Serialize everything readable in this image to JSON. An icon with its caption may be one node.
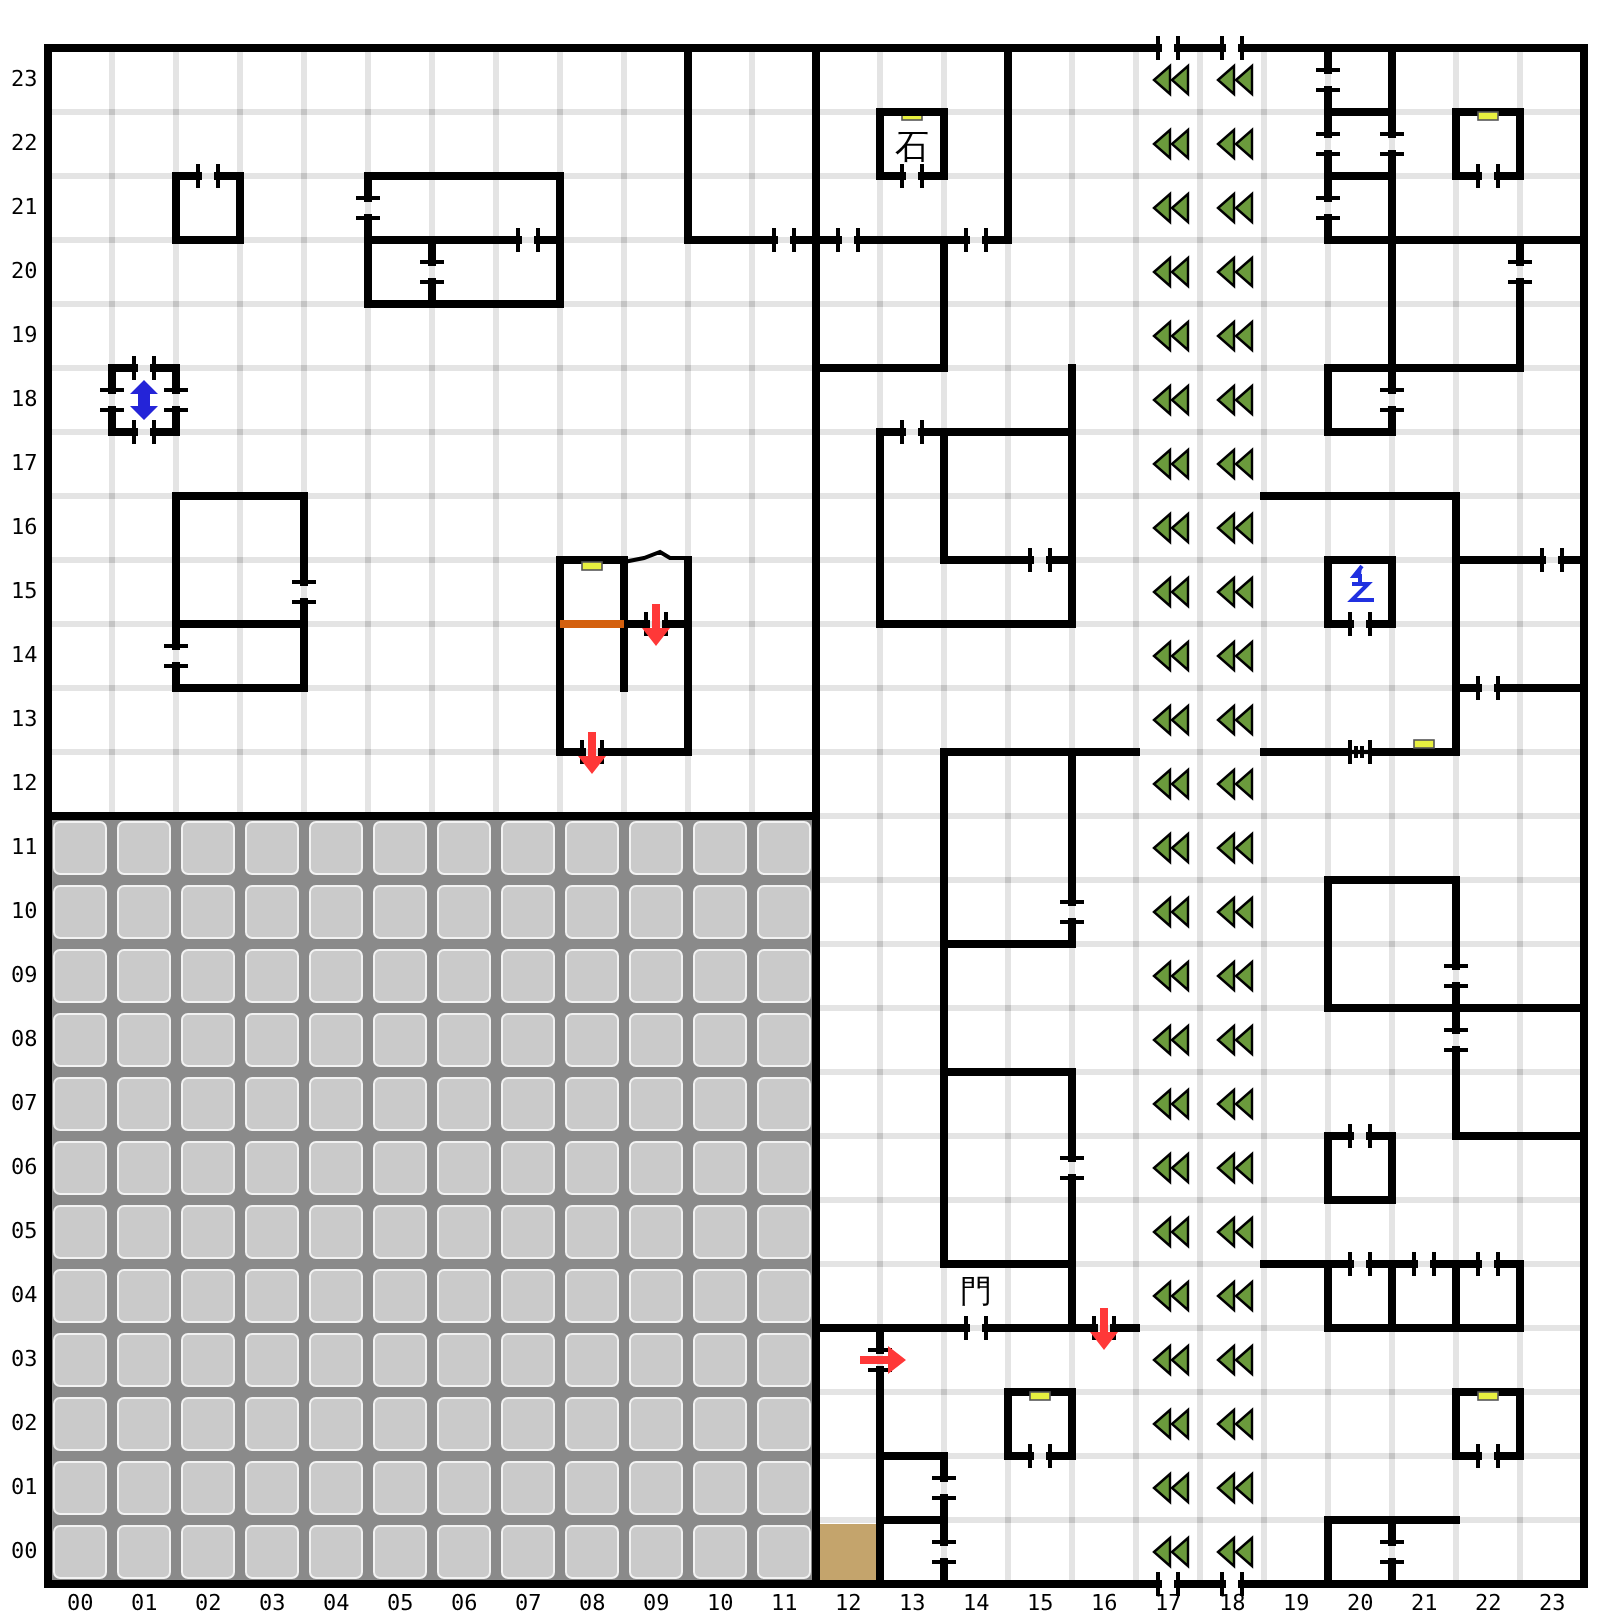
{
  "diagram": {
    "nodes": [
      {
        "text": [
          "石"
        ]
      }
    ],
    "labels": [
      "23",
      "22",
      "21",
      "20",
      "19",
      "18",
      "17",
      "16",
      "15",
      "14",
      "13",
      "12",
      "11",
      "10",
      "09",
      "08",
      "07",
      "06",
      "05",
      "04",
      "03",
      "02",
      "01",
      "00",
      "門",
      "00",
      "01",
      "02",
      "03",
      "04",
      "05",
      "06",
      "07",
      "08",
      "09",
      "10",
      "11",
      "12",
      "13",
      "14",
      "15",
      "16",
      "17",
      "18",
      "19",
      "20",
      "21",
      "22",
      "23"
    ]
  }
}
